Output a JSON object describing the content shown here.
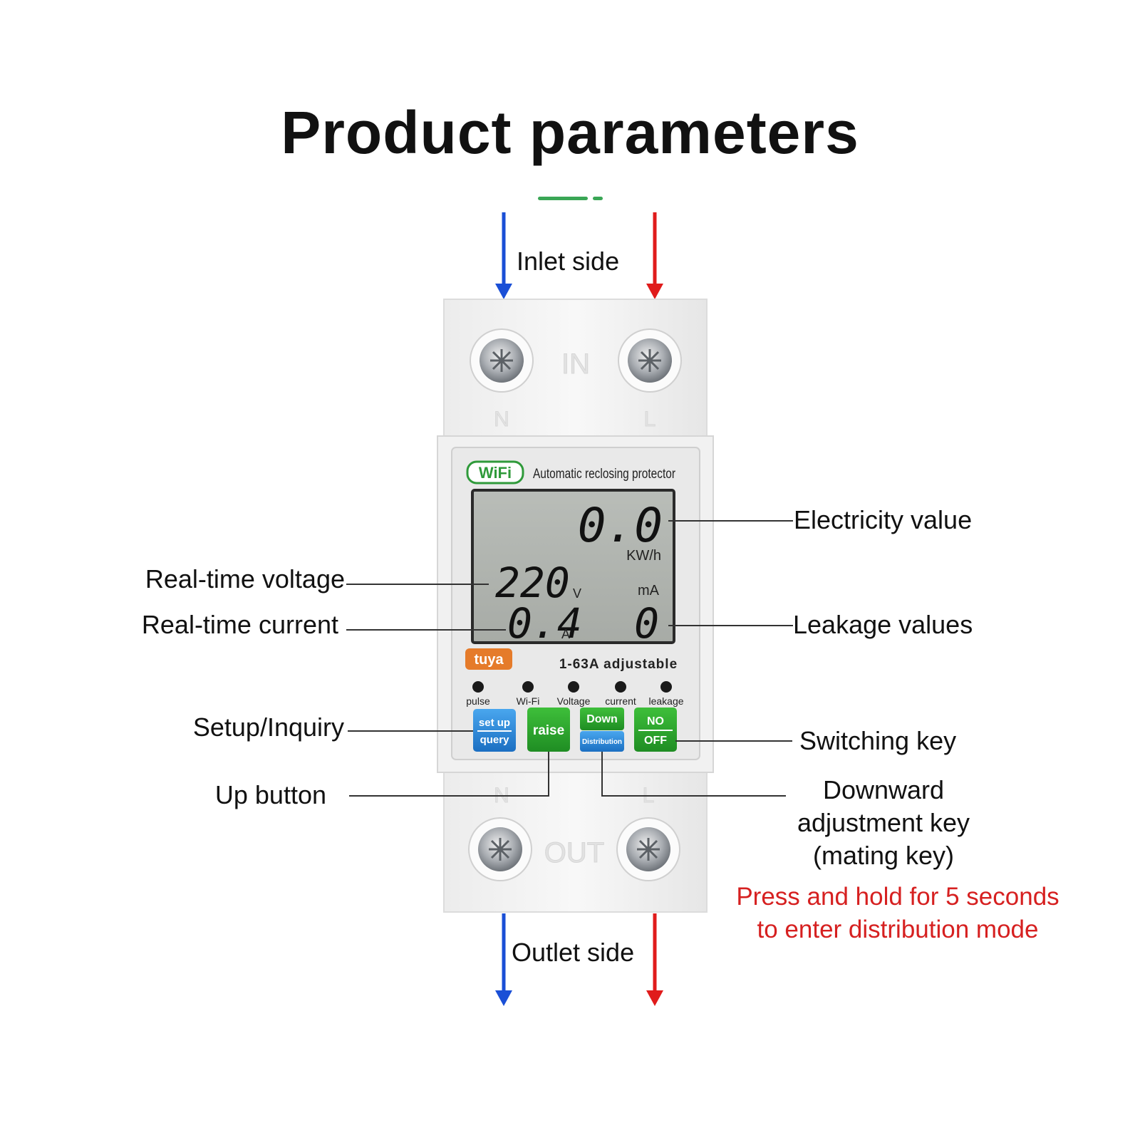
{
  "title": "Product parameters",
  "flow": {
    "inlet_label": "Inlet side",
    "outlet_label": "Outlet side",
    "neutral_color": "#1a4fd6",
    "live_color": "#e01b1b"
  },
  "device": {
    "top_terminal_label": "IN",
    "bottom_terminal_label": "OUT",
    "neutral_mark": "N",
    "live_mark": "L",
    "brand_badge": "WiFi",
    "header_text": "Automatic reclosing protector",
    "app_badge": "tuya",
    "rating_text": "1-63A adjustable",
    "lcd": {
      "energy_value": "0.0",
      "energy_unit": "KW/h",
      "voltage_value": "220",
      "voltage_unit": "V",
      "current_value": "0.4",
      "current_unit": "A",
      "leakage_unit": "mA",
      "leakage_value": "0"
    },
    "indicators": [
      "pulse",
      "Wi-Fi",
      "Voltage",
      "current",
      "leakage"
    ],
    "buttons": {
      "setup_top": "set up",
      "setup_bottom": "query",
      "raise": "raise",
      "down_top": "Down",
      "down_bottom": "Distribution",
      "onoff_top": "NO",
      "onoff_bottom": "OFF"
    }
  },
  "callouts": {
    "electricity_value": "Electricity value",
    "real_time_voltage": "Real-time voltage",
    "real_time_current": "Real-time current",
    "leakage_values": "Leakage values",
    "setup_inquiry": "Setup/Inquiry",
    "switching_key": "Switching key",
    "up_button": "Up button",
    "downward_line1": "Downward",
    "downward_line2": "adjustment key",
    "downward_line3": "(mating key)",
    "note_line1": "Press and hold for 5 seconds",
    "note_line2": "to enter distribution mode"
  }
}
